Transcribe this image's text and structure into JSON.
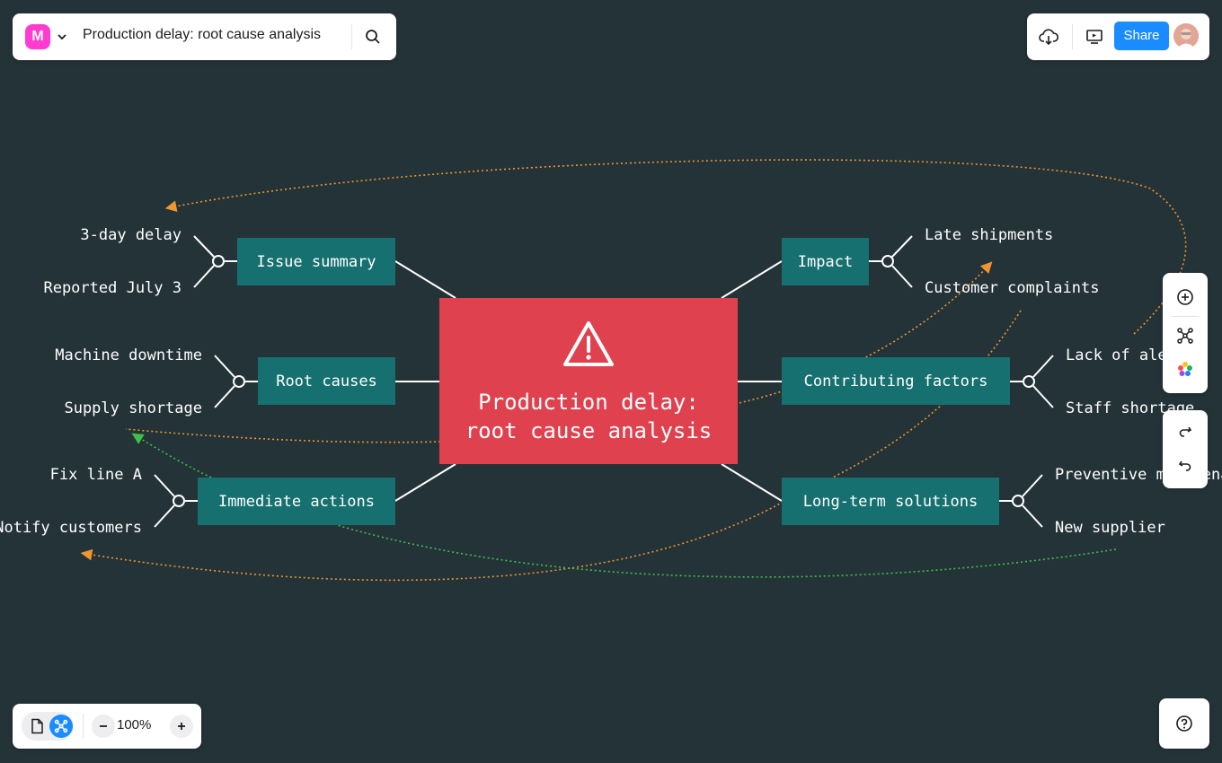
{
  "header": {
    "logo_letter": "M",
    "document_title": "Production delay: root cause analysis",
    "share_label": "Share"
  },
  "zoom": {
    "level": "100%"
  },
  "mindmap": {
    "central": {
      "line1": "Production delay:",
      "line2": "root cause analysis"
    },
    "branches": {
      "issue_summary": {
        "label": "Issue summary",
        "children": [
          "3-day delay",
          "Reported July 3"
        ]
      },
      "root_causes": {
        "label": "Root causes",
        "children": [
          "Machine downtime",
          "Supply shortage"
        ]
      },
      "immediate_actions": {
        "label": "Immediate actions",
        "children": [
          "Fix line A",
          "Notify customers"
        ]
      },
      "impact": {
        "label": "Impact",
        "children": [
          "Late shipments",
          "Customer complaints"
        ]
      },
      "contributing_factors": {
        "label": "Contributing factors",
        "children": [
          "Lack of alerts",
          "Staff shortage"
        ]
      },
      "long_term_solutions": {
        "label": "Long-term solutions",
        "children": [
          "Preventive maintenance",
          "New supplier"
        ]
      }
    }
  },
  "colors": {
    "canvas": "#243338",
    "branch_node": "#177070",
    "central_node": "#e0414f",
    "connector_orange": "#f0962e",
    "connector_green": "#3ec04a",
    "share_button": "#1a8cff"
  },
  "icons": {
    "logo": "miro-logo-icon",
    "menu": "chevron-down-icon",
    "search": "search-icon",
    "export": "cloud-download-icon",
    "present": "presentation-icon",
    "add": "plus-circle-icon",
    "layout": "mindmap-layout-icon",
    "theme": "color-palette-icon",
    "redo": "redo-icon",
    "undo": "undo-icon",
    "page": "page-icon",
    "mindmap_mode": "mindmap-mode-icon",
    "zoom_out": "minus-icon",
    "zoom_in": "plus-icon",
    "help": "help-icon",
    "warning": "warning-triangle-icon"
  }
}
